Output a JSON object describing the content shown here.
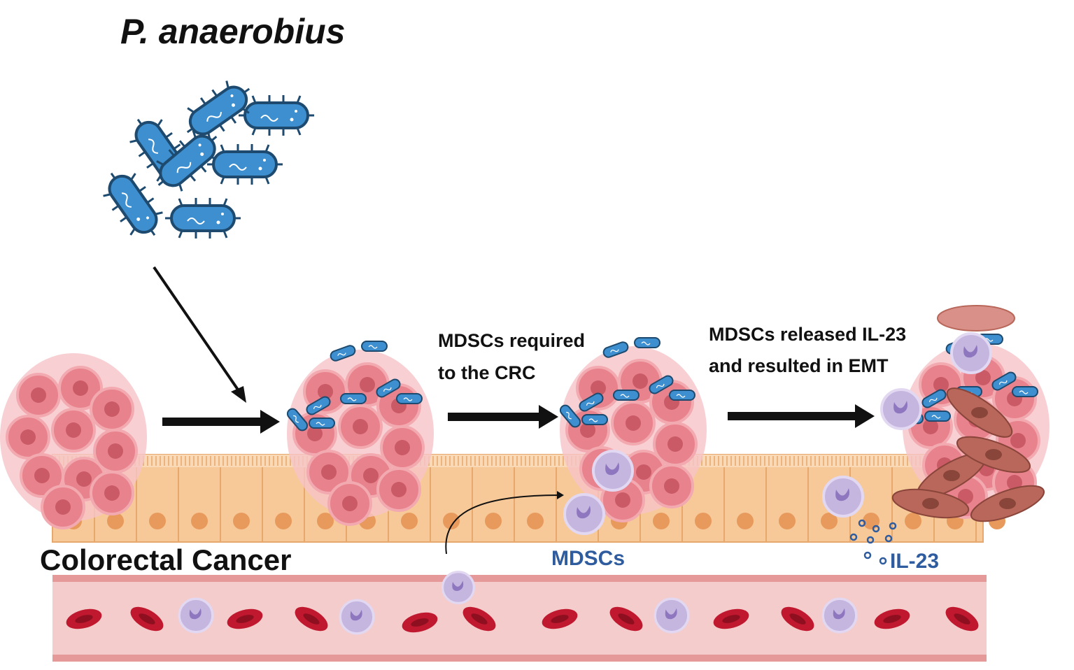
{
  "title": "P. anaerobius",
  "labels": {
    "step1_line1": "MDSCs required",
    "step1_line2": "to the CRC",
    "step2_line1": "MDSCs released IL-23",
    "step2_line2": "and resulted in EMT",
    "colorectal_cancer": "Colorectal Cancer",
    "mdscs": "MDSCs",
    "il23": "IL-23"
  },
  "colors": {
    "bacteria": "#3d8fcf",
    "bacteria_outline": "#1d4a6e",
    "tumor": "#e8828c",
    "tumor_light": "#f6c4c8",
    "epithelium": "#f7c998",
    "nucleus": "#e89a5c",
    "vessel": "#f4cccc",
    "rbc": "#c0182e",
    "mdsc": "#c5b6e0",
    "mesenchymal": "#b8675a",
    "label_blue": "#2f5c9e"
  }
}
